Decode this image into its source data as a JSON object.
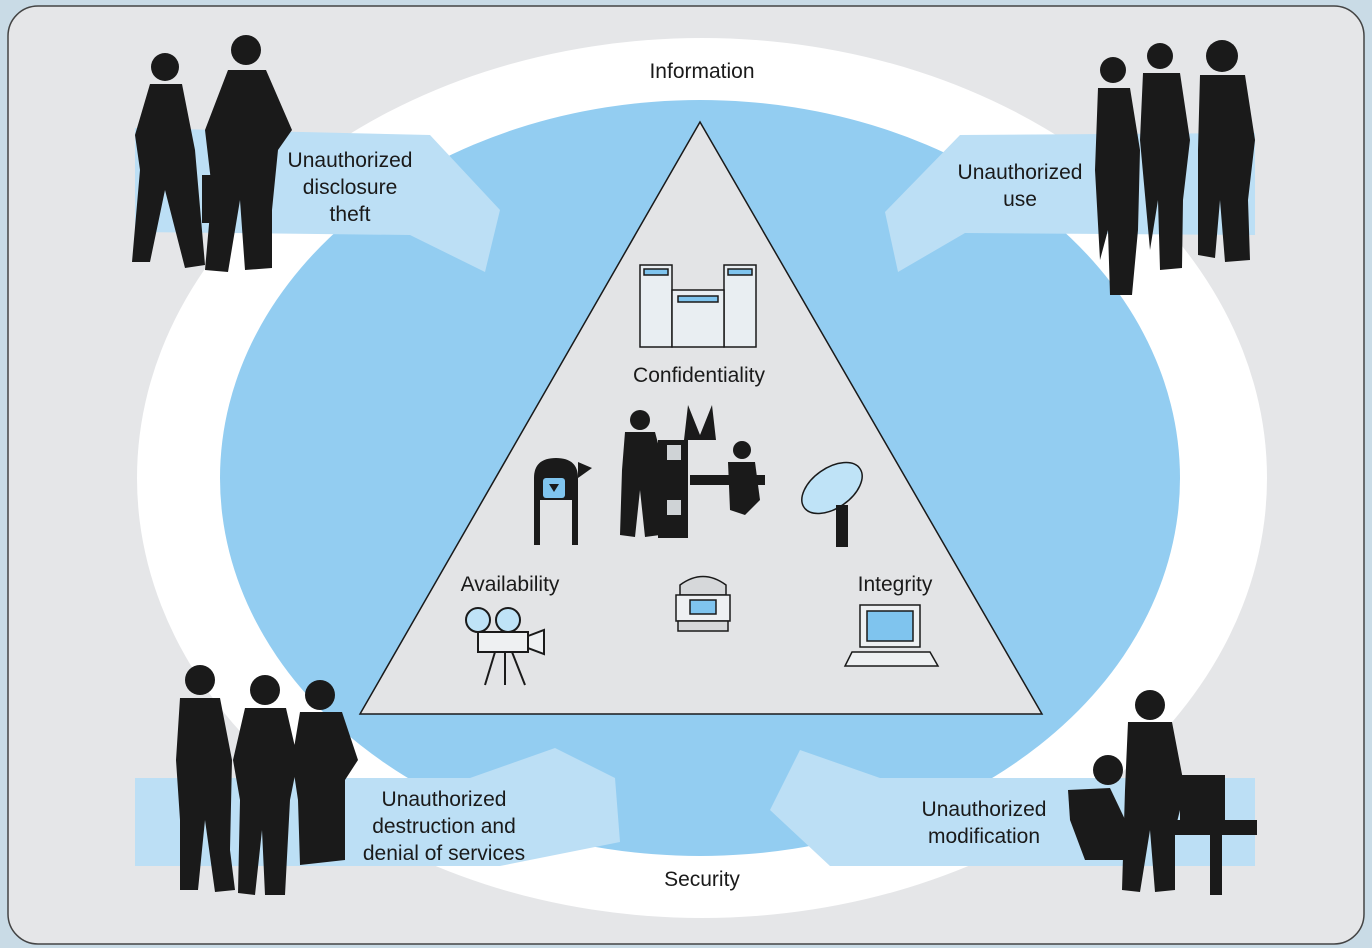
{
  "diagram": {
    "outer_label": "Information",
    "bottom_label": "Security",
    "pillars": {
      "top": "Confidentiality",
      "left": "Availability",
      "right": "Integrity"
    },
    "threats": {
      "top_left": [
        "Unauthorized",
        "disclosure",
        "theft"
      ],
      "top_right": [
        "Unauthorized",
        "use"
      ],
      "bottom_left": [
        "Unauthorized",
        "destruction and",
        "denial of services"
      ],
      "bottom_right": [
        "Unauthorized",
        "modification"
      ]
    },
    "icons": [
      "business-people-icon",
      "server-rack-icon",
      "office-workers-icon",
      "mailbox-icon",
      "satellite-dish-icon",
      "telephone-icon",
      "movie-camera-icon",
      "computer-terminal-icon"
    ]
  },
  "colors": {
    "background": "#c9dbe6",
    "panel": "#e5e6e8",
    "ring": "#ffffff",
    "ellipse": "#93cdf1",
    "arrow": "#bcdff5",
    "triangle": "#e3e4e6",
    "silhouette": "#1a1a1a"
  }
}
